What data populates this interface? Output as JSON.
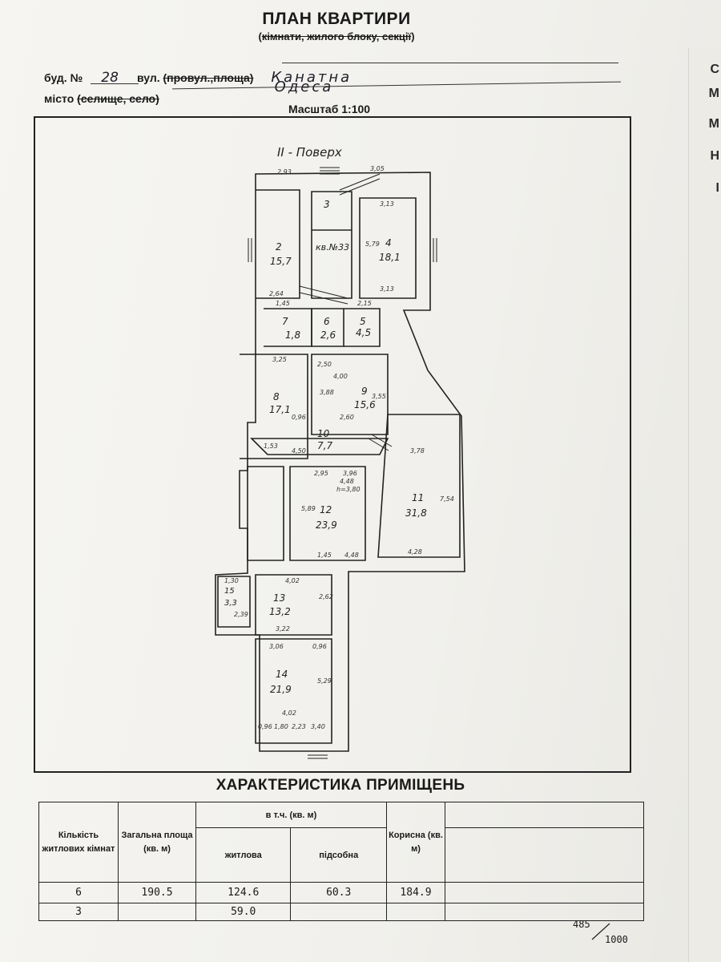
{
  "header": {
    "title": "ПЛАН КВАРТИРИ",
    "subtitle_prefix": "(",
    "subtitle_a": "кімнати, жилого блоку, секції",
    "subtitle_suffix": ")",
    "bud_label": "буд. №",
    "bud_value": "28",
    "street_label": "вул.",
    "street_strike": "(провул.,площа)",
    "street_value": "Канатна",
    "city_label": "місто",
    "city_strike": "(селище, село)",
    "city_value": "Одеса",
    "scale": "Масштаб 1:100"
  },
  "edge_letters": [
    "С",
    "М",
    "М",
    "Н",
    "І"
  ],
  "plan": {
    "floor_label": "ІІ - Поверх",
    "rooms": [
      {
        "num": "2",
        "area": "15,7"
      },
      {
        "num": "3",
        "area": ""
      },
      {
        "num": "кв.№33",
        "area": ""
      },
      {
        "num": "4",
        "area": "18,1"
      },
      {
        "num": "7",
        "area": "1,8"
      },
      {
        "num": "6",
        "area": "2,6"
      },
      {
        "num": "5",
        "area": "4,5"
      },
      {
        "num": "8",
        "area": "17,1"
      },
      {
        "num": "9",
        "area": "15,6"
      },
      {
        "num": "10",
        "area": "7,7"
      },
      {
        "num": "11",
        "area": "31,8"
      },
      {
        "num": "12",
        "area": "23,9"
      },
      {
        "num": "13",
        "area": "13,2"
      },
      {
        "num": "14",
        "area": "21,9"
      },
      {
        "num": "15",
        "area": "3,3"
      }
    ],
    "dimensions": [
      "2,93",
      "3,05",
      "3,13",
      "5,79",
      "2,64",
      "3,13",
      "1,45",
      "2,15",
      "3,25",
      "2,50",
      "4,00",
      "3,88",
      "3,55",
      "0,96",
      "2,60",
      "1,53",
      "4,50",
      "3,78",
      "2,95",
      "3,96",
      "4,48",
      "h=3,80",
      "5,89",
      "7,54",
      "4,28",
      "1,45",
      "4,48",
      "4,02",
      "3,22",
      "2,62",
      "3,06",
      "0,96",
      "5,29",
      "4,02",
      "0,96",
      "1,80",
      "2,23",
      "3,40",
      "1,30",
      "2,39"
    ]
  },
  "characteristics": {
    "title": "ХАРАКТЕРИСТИКА ПРИМІЩЕНЬ",
    "col_rooms": "Кількість житлових кімнат",
    "col_total": "Загальна площа (кв. м)",
    "col_incl": "в т.ч. (кв. м)",
    "col_living": "житлова",
    "col_aux": "підсобна",
    "col_useful": "Корисна (кв. м)",
    "rows": [
      {
        "rooms": "6",
        "total": "190.5",
        "living": "124.6",
        "aux": "60.3",
        "useful": "184.9"
      },
      {
        "rooms": "3",
        "total": "",
        "living": "59.0",
        "aux": "",
        "useful": ""
      }
    ],
    "footer_num": "485",
    "footer_den": "1000"
  }
}
